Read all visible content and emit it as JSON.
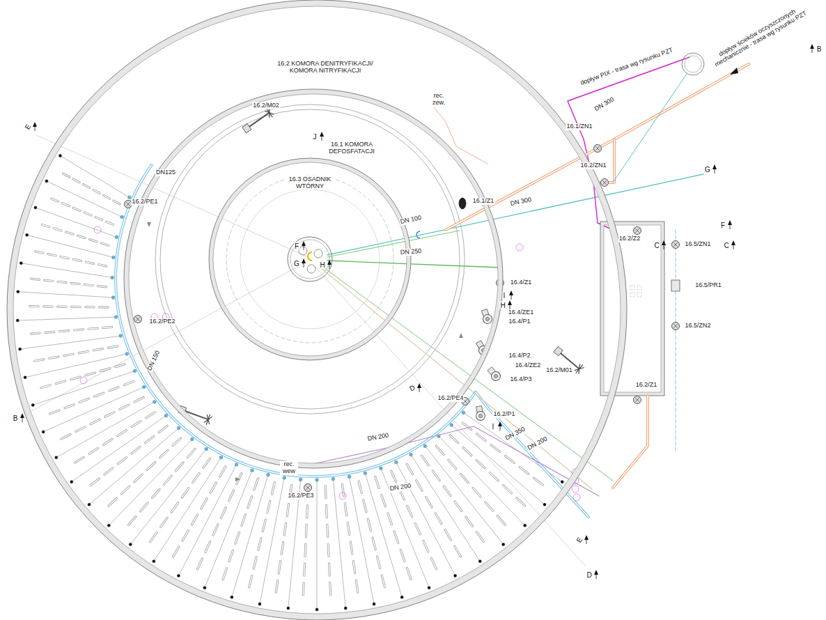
{
  "diagram": {
    "nodes": [
      {
        "text": [
          "16.2 KOMORA DENITRYFIKACJI/ KOMORA NITRYFIKACJI"
        ]
      },
      {
        "text": [
          "16.1 KOMORA DEFOSFATACJI"
        ],
        "in": 0
      },
      {
        "text": [
          "16.3 OSADNIK WTÓRNY"
        ],
        "in": 1
      }
    ],
    "labels": [
      "dopływ PIX - trasa wg rysunku PZT",
      "dopływ ścieków oczyszczonych mechanicznie - trasa wg rysunku PZT",
      "DN 300",
      "16.1/ZN1",
      "16.2/ZN1",
      "16.2/M02",
      "rec. zew.",
      "J",
      "E",
      "DN125",
      "16.2/PE1",
      "16.1/Z1",
      "DN 300",
      "G",
      "F",
      "DN 100",
      "16.2/Z2",
      "16.5/ZN1",
      "C",
      "C",
      "16.5/PR1",
      "16.5/ZN2",
      "I",
      "16.4/Z1",
      "H",
      "DN 250",
      "16.4/ZE1",
      "16.4/P1",
      "F",
      "G",
      "H",
      "16.2/M01",
      "16.2/Z1",
      "16.4/P2",
      "16.4/ZE2",
      "16.4/P3",
      "D",
      "16.2/PE2",
      "DN 150",
      "B",
      "B",
      "16.2/P1",
      "I",
      "16.2/PE4",
      "DN 350",
      "DN 200",
      "DN 200",
      "DN 200",
      "rec. wew",
      "16.2/PE3",
      "E",
      "D"
    ]
  }
}
